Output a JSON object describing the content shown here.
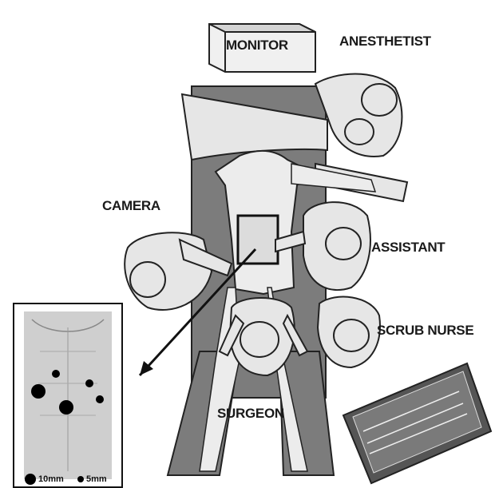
{
  "labels": {
    "monitor": "MONITOR",
    "anesthetist": "ANESTHETIST",
    "camera": "CAMERA",
    "assistant": "ASSISTANT",
    "scrub_nurse": "SCRUB NURSE",
    "surgeon": "SURGEON"
  },
  "legend": {
    "large": "10mm",
    "small": "5mm"
  },
  "colors": {
    "table": "#7a7a7a",
    "ink": "#1a1a1a",
    "sheet": "#e6e6e6",
    "port": "#000000"
  }
}
